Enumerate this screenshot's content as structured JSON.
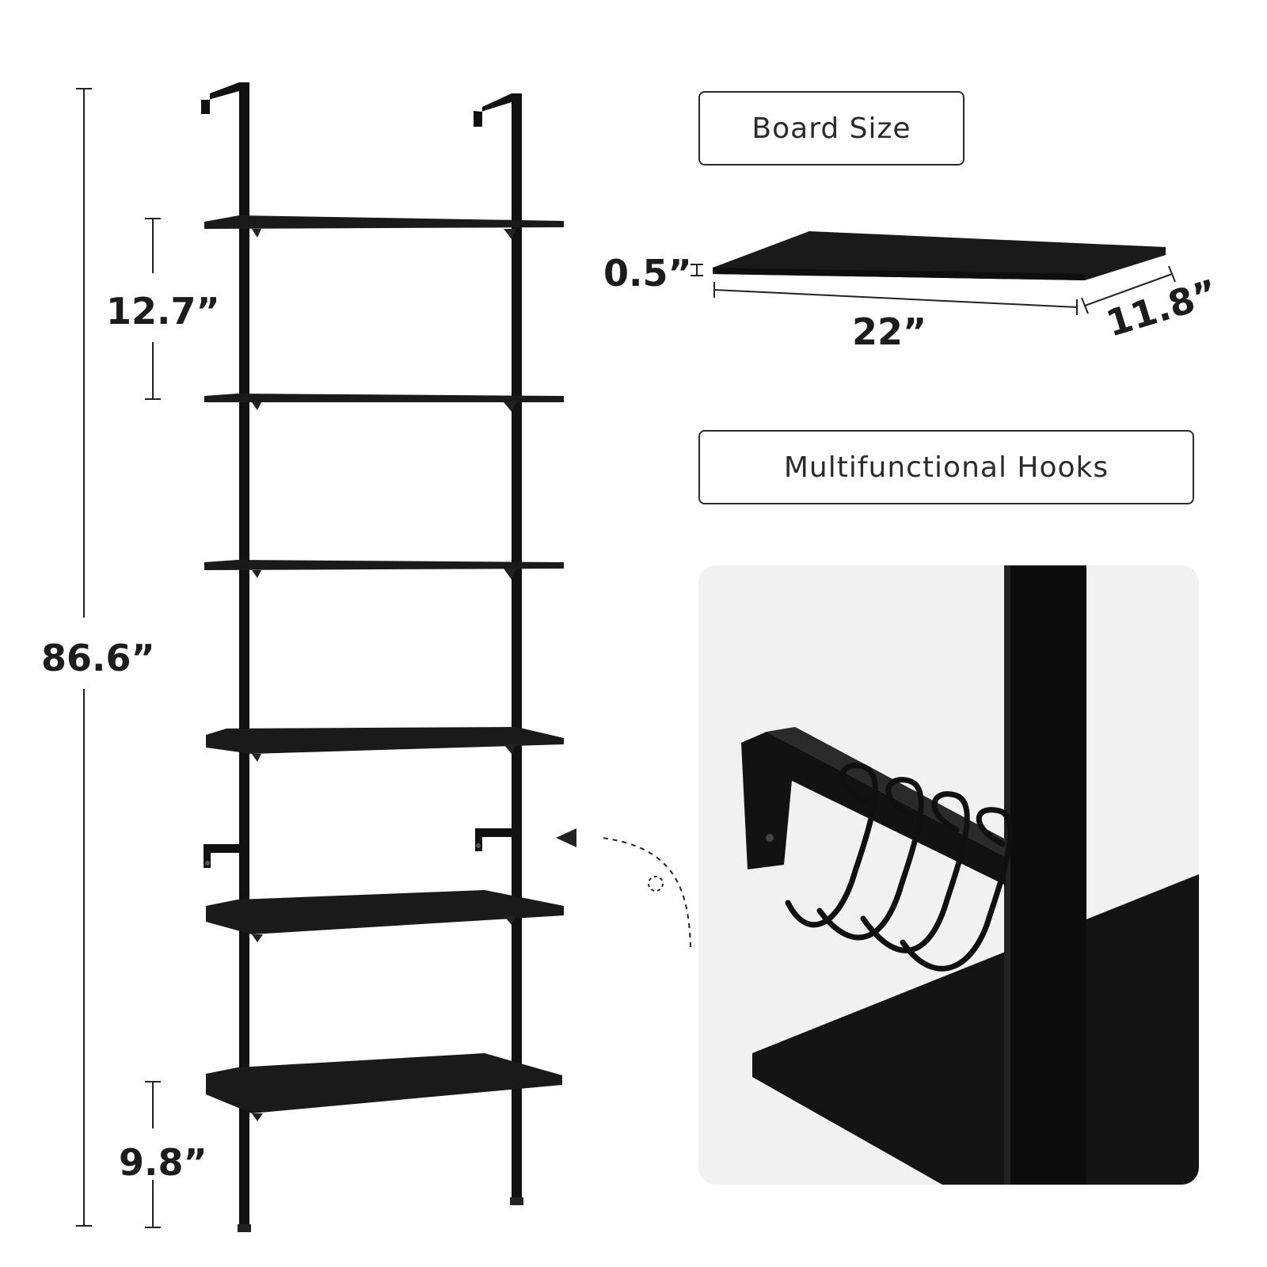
{
  "dimensions": {
    "total_height": "86.6”",
    "shelf_spacing": "12.7”",
    "bottom_clearance": "9.8”",
    "board_thickness": "0.5”",
    "board_width": "22”",
    "board_depth": "11.8”"
  },
  "labels": {
    "board_size": "Board Size",
    "hooks": "Multifunctional Hooks"
  },
  "colors": {
    "metal": "#111111",
    "board": "#1a1a1a",
    "border": "#2a2a2a",
    "panel_bg": "#f1f1f1"
  }
}
